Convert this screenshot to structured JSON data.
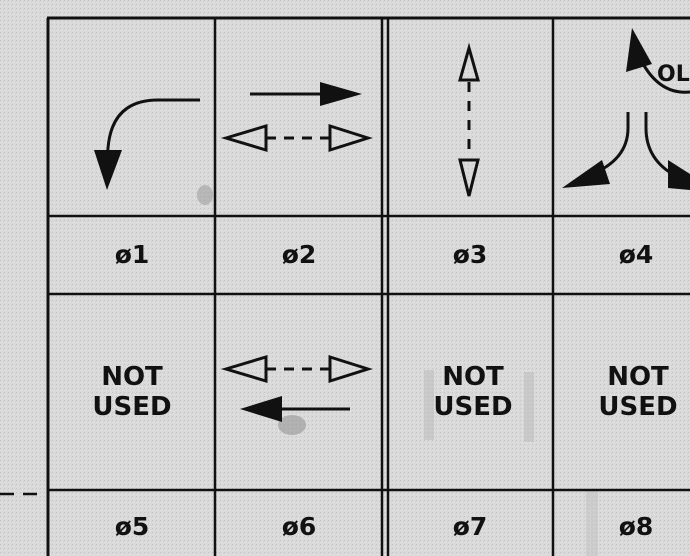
{
  "phases": [
    "ø1",
    "ø2",
    "ø3",
    "ø4",
    "ø5",
    "ø6",
    "ø7",
    "ø8"
  ],
  "not_used_line1": "NOT",
  "not_used_line2": "USED",
  "overlap_label": "OL",
  "colors": {
    "background": "#d9d9d9",
    "ink": "#111111",
    "smudge": "#8a8a8a"
  },
  "icons": {
    "phase1": "left-turn-arrow-icon",
    "phase2": "through-arrow-and-pedestrian-icon",
    "phase3": "pedestrian-crossing-icon",
    "phase4": "split-turn-and-overlap-icon",
    "phase6": "pedestrian-and-through-arrow-icon"
  }
}
